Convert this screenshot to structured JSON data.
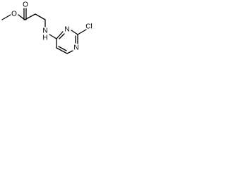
{
  "molecule": {
    "atoms": {
      "o_carbonyl": "O",
      "o_ester": "O",
      "n_amine": "N",
      "h_amine": "H",
      "n_ring_1": "N",
      "n_ring_3": "N",
      "cl": "Cl"
    },
    "colors": {
      "bond": "#000000",
      "label": "#000000",
      "background": "#ffffff"
    }
  }
}
